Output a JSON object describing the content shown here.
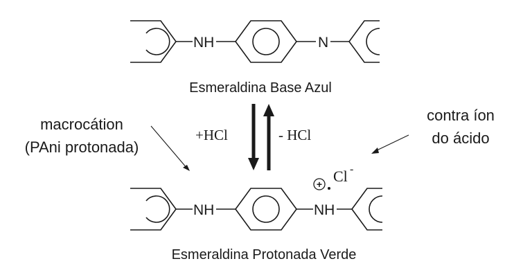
{
  "top_structure": {
    "nh_label": "NH",
    "n_label": "N",
    "caption": "Esmeraldina Base Azul"
  },
  "reaction": {
    "forward_label": "+HCl",
    "reverse_label": "- HCl"
  },
  "bottom_structure": {
    "nh_left_label": "NH",
    "nh_right_label": "NH",
    "charge_symbol": "+",
    "counter_ion": "Cl",
    "counter_ion_charge": "-",
    "caption": "Esmeraldina Protonada Verde"
  },
  "annotations": {
    "macrocation_line1": "macrocátion",
    "macrocation_line2": "(PAni protonada)",
    "counterion_line1": "contra íon",
    "counterion_line2": "do ácido"
  },
  "colors": {
    "ink": "#1a1a1a",
    "background": "#ffffff"
  }
}
